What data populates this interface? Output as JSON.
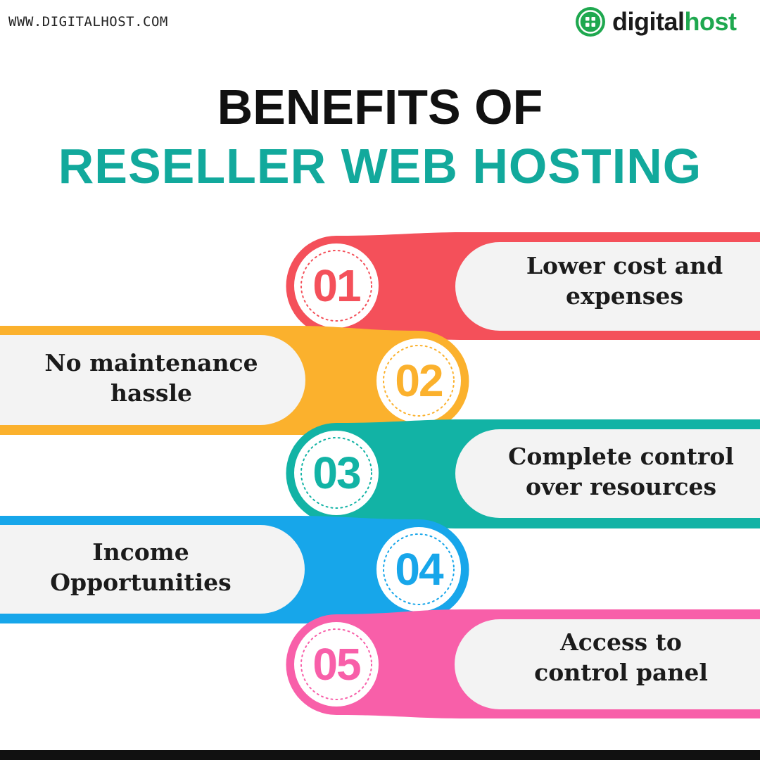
{
  "header": {
    "website": "WWW.DIGITALHOST.COM",
    "logo_part1": "digital",
    "logo_part2": "host"
  },
  "title": {
    "line1": "BENEFITS OF",
    "line2": "RESELLER WEB HOSTING"
  },
  "benefits": [
    {
      "number": "01",
      "line1": "Lower cost and",
      "line2": "expenses",
      "color": "#f4505a"
    },
    {
      "number": "02",
      "line1": "No maintenance",
      "line2": "hassle",
      "color": "#fbb12d"
    },
    {
      "number": "03",
      "line1": "Complete control",
      "line2": "over resources",
      "color": "#12b3a5"
    },
    {
      "number": "04",
      "line1": "Income",
      "line2": "Opportunities",
      "color": "#17a6ea"
    },
    {
      "number": "05",
      "line1": "Access to",
      "line2": "control panel",
      "color": "#f85fa9"
    }
  ],
  "colors": {
    "brand_green": "#1fa84f",
    "title_teal": "#12a99c",
    "label_bg": "#f3f3f3"
  }
}
